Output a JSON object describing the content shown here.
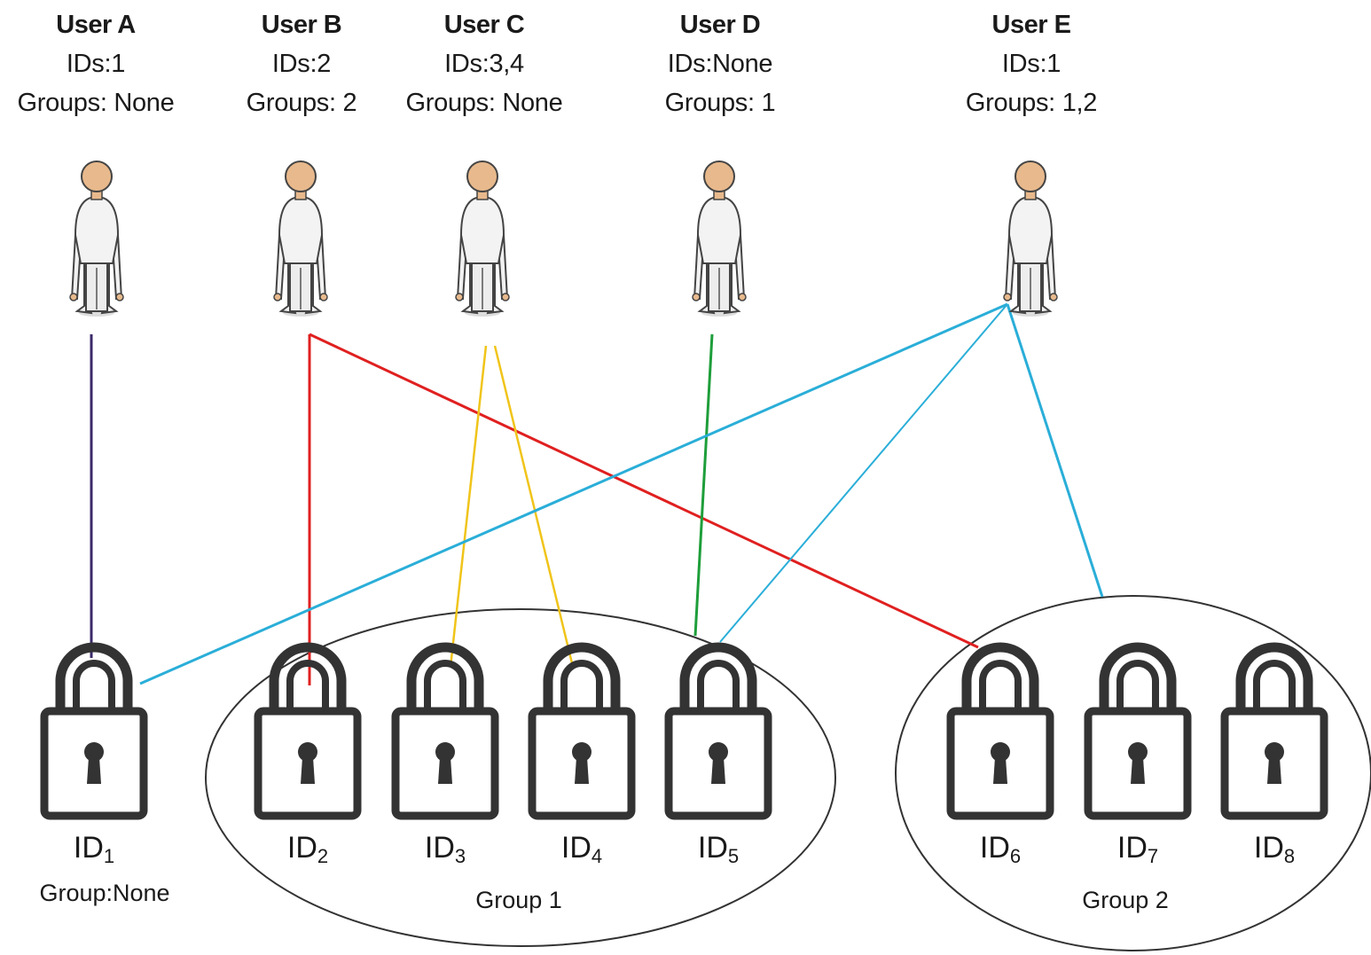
{
  "users": [
    {
      "name": "User A",
      "ids": "IDs:1",
      "groups": "Groups: None"
    },
    {
      "name": "User B",
      "ids": "IDs:2",
      "groups": "Groups: 2"
    },
    {
      "name": "User C",
      "ids": "IDs:3,4",
      "groups": "Groups: None"
    },
    {
      "name": "User D",
      "ids": "IDs:None",
      "groups": "Groups: 1"
    },
    {
      "name": "User E",
      "ids": "IDs:1",
      "groups": "Groups: 1,2"
    }
  ],
  "locks": [
    {
      "prefix": "ID",
      "sub": "1"
    },
    {
      "prefix": "ID",
      "sub": "2"
    },
    {
      "prefix": "ID",
      "sub": "3"
    },
    {
      "prefix": "ID",
      "sub": "4"
    },
    {
      "prefix": "ID",
      "sub": "5"
    },
    {
      "prefix": "ID",
      "sub": "6"
    },
    {
      "prefix": "ID",
      "sub": "7"
    },
    {
      "prefix": "ID",
      "sub": "8"
    }
  ],
  "id1_group": "Group:None",
  "groups": [
    {
      "label": "Group 1"
    },
    {
      "label": "Group 2"
    }
  ],
  "colors": {
    "user_a": "#3b2a6b",
    "user_b": "#e02020",
    "user_c": "#f0c419",
    "user_d": "#1e9e3a",
    "user_e": "#2aaed8",
    "lock": "#333333",
    "figure_skin": "#e8b98c",
    "figure_body": "#f1f1f1"
  },
  "icons": [
    "person-icon",
    "lock-icon"
  ]
}
